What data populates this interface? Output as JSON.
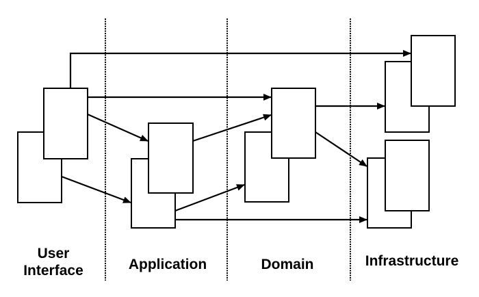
{
  "diagram": {
    "type": "layered-architecture",
    "colors": {
      "stroke": "#000000",
      "fill": "#ffffff",
      "background": "#ffffff"
    },
    "layers": [
      {
        "id": "ui",
        "label_line1": "User",
        "label_line2": "Interface"
      },
      {
        "id": "app",
        "label_line1": "Application"
      },
      {
        "id": "domain",
        "label_line1": "Domain"
      },
      {
        "id": "infra",
        "label_line1": "Infrastructure"
      }
    ],
    "dividers": [
      "ui|app",
      "app|domain",
      "domain|infra"
    ],
    "box_groups": [
      {
        "id": "ui-stack",
        "layer": "ui",
        "count": 2
      },
      {
        "id": "app-stack",
        "layer": "app",
        "count": 2
      },
      {
        "id": "domain-stack",
        "layer": "domain",
        "count": 2
      },
      {
        "id": "infra-top-stack",
        "layer": "infra",
        "count": 2
      },
      {
        "id": "infra-bottom-stack",
        "layer": "infra",
        "count": 2
      }
    ],
    "arrows": [
      {
        "from": "ui-stack",
        "to": "infra-top-stack"
      },
      {
        "from": "ui-stack",
        "to": "domain-stack"
      },
      {
        "from": "ui-stack",
        "to": "app-stack"
      },
      {
        "from": "ui-stack",
        "to": "app-stack"
      },
      {
        "from": "app-stack",
        "to": "domain-stack"
      },
      {
        "from": "app-stack",
        "to": "domain-stack"
      },
      {
        "from": "app-stack",
        "to": "infra-bottom-stack"
      },
      {
        "from": "domain-stack",
        "to": "infra-top-stack"
      },
      {
        "from": "domain-stack",
        "to": "infra-bottom-stack"
      }
    ]
  }
}
